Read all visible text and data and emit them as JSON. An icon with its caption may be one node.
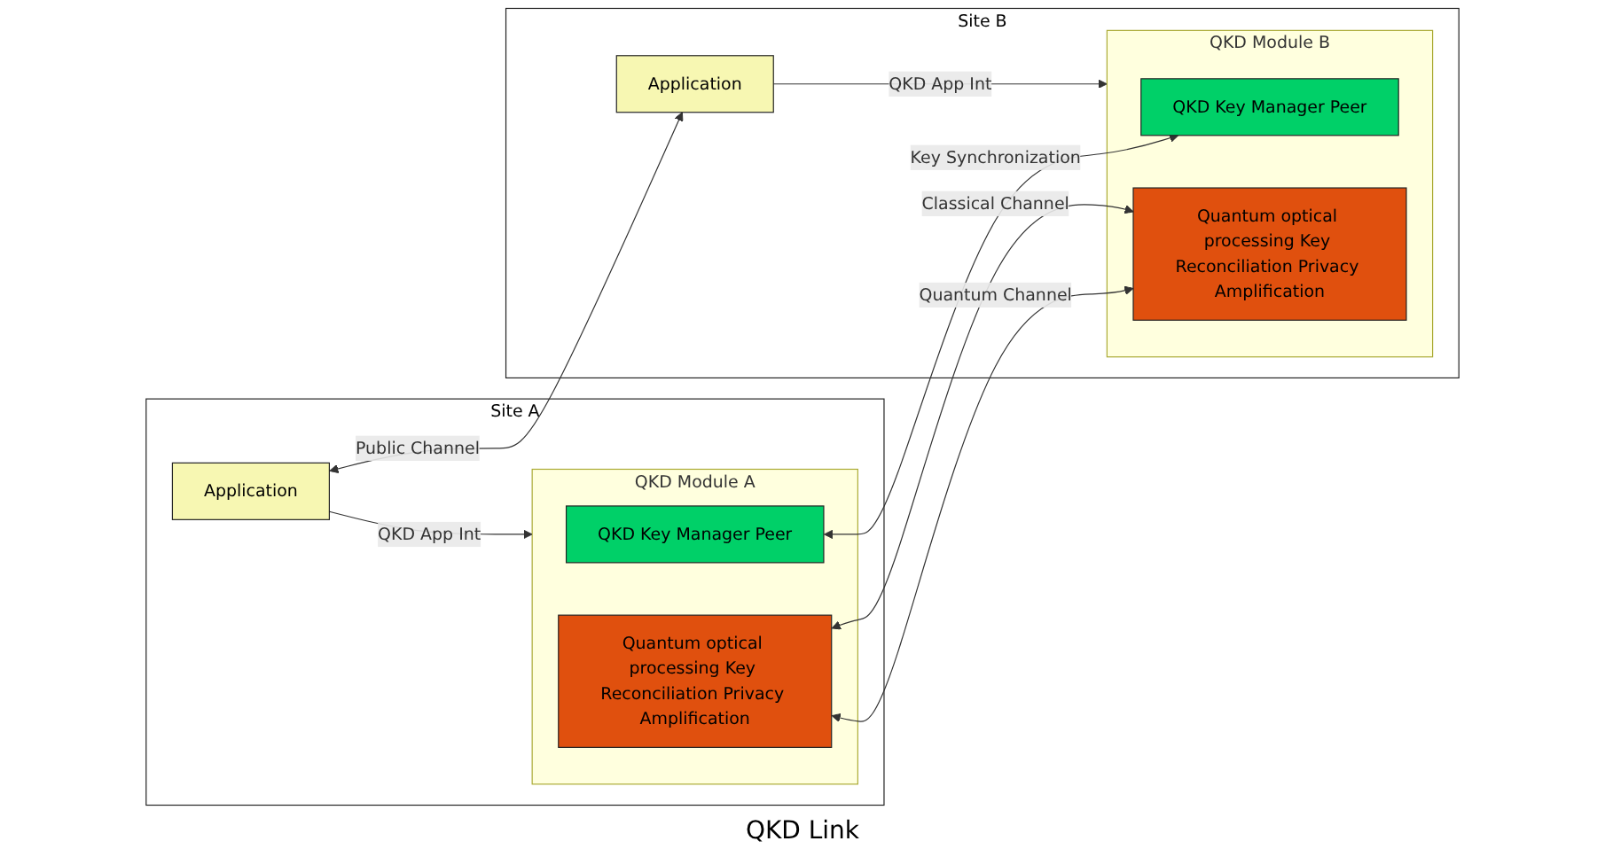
{
  "diagram": {
    "nodes": [
      {
        "text": [
          "Site A"
        ]
      },
      {
        "text": [
          "Application"
        ],
        "in": 0
      },
      {
        "text": [
          "QKD Module A"
        ],
        "in": 0
      },
      {
        "text": [
          "QKD Key Manager Peer"
        ],
        "in": 2
      },
      {
        "text": [
          "Quantum optical processing Key Reconciliation Privacy Amplification"
        ],
        "in": 2
      },
      {
        "text": [
          "Site B"
        ]
      },
      {
        "text": [
          "Application"
        ],
        "in": 5
      },
      {
        "text": [
          "QKD Module B"
        ],
        "in": 5
      },
      {
        "text": [
          "QKD Key Manager Peer"
        ],
        "in": 7
      },
      {
        "text": [
          "Quantum optical processing Key Reconciliation Privacy Amplification"
        ],
        "in": 7
      }
    ],
    "edges": [
      {
        "from": 1,
        "to": 6,
        "label": "Public Channel",
        "arrow": "both"
      },
      {
        "from": 1,
        "to": 2,
        "label": "QKD App Int",
        "arrow": "to"
      },
      {
        "from": 6,
        "to": 7,
        "label": "QKD App Int",
        "arrow": "to"
      },
      {
        "from": 3,
        "to": 8,
        "label": "Key Synchronization",
        "arrow": "both"
      },
      {
        "from": 4,
        "to": 9,
        "label": "Classical Channel",
        "arrow": "both"
      },
      {
        "from": 4,
        "to": 9,
        "label": "Quantum Channel",
        "arrow": "both"
      }
    ],
    "labels": [
      "QKD Link"
    ]
  }
}
